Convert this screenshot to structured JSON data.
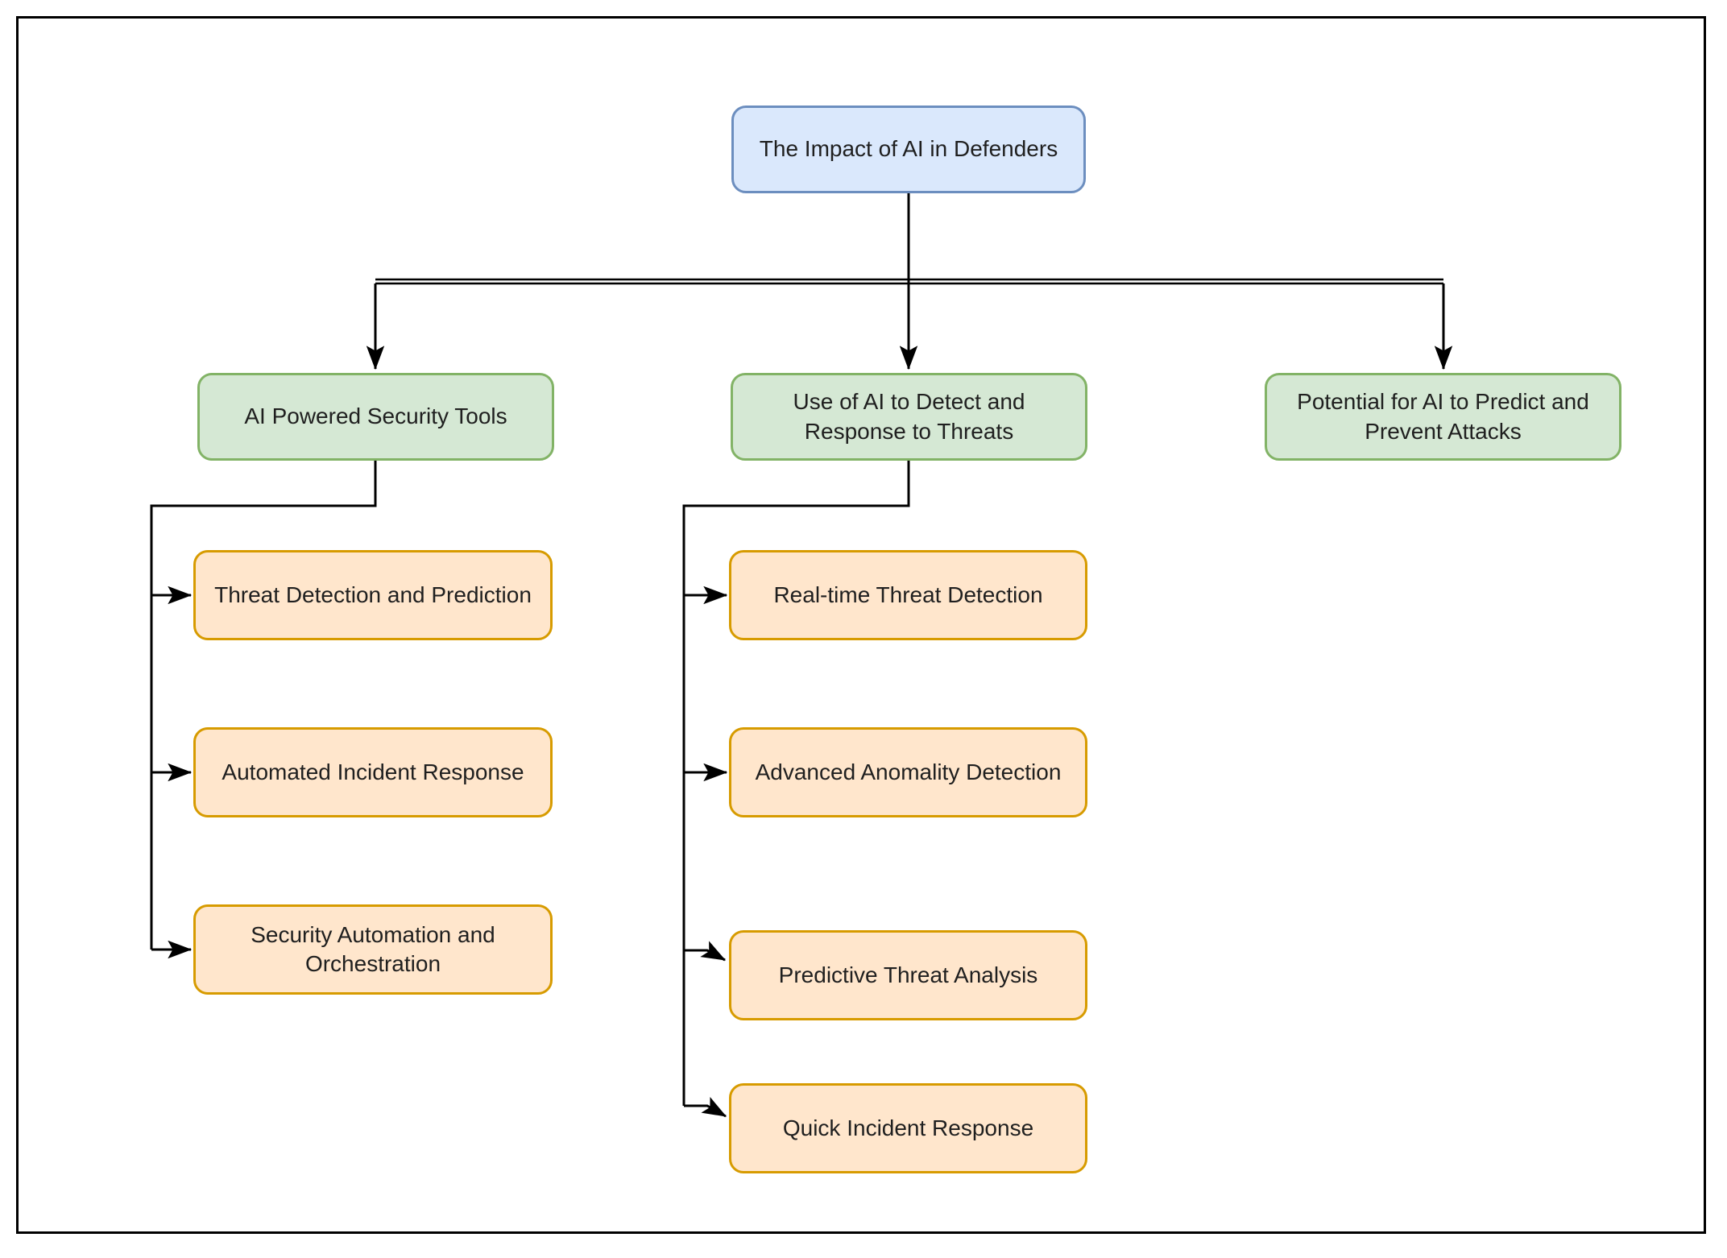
{
  "diagram": {
    "title": "The Impact of AI in Defenders",
    "colors": {
      "root_fill": "#dae8fc",
      "root_stroke": "#6c8ebf",
      "branch_fill": "#d5e8d4",
      "branch_stroke": "#82b366",
      "leaf_fill": "#ffe6cc",
      "leaf_stroke": "#d79b00",
      "connector": "#000000",
      "frame": "#000000"
    },
    "root": {
      "label": "The Impact of AI in Defenders"
    },
    "branches": [
      {
        "label": "AI Powered Security Tools",
        "children": [
          "Threat Detection and Prediction",
          "Automated Incident Response",
          "Security Automation and Orchestration"
        ]
      },
      {
        "label": "Use of AI to Detect and Response to Threats",
        "children": [
          "Real-time Threat Detection",
          "Advanced Anomality Detection",
          "Predictive Threat Analysis",
          "Quick Incident Response"
        ]
      },
      {
        "label": "Potential for AI to Predict and Prevent Attacks",
        "children": []
      }
    ]
  }
}
